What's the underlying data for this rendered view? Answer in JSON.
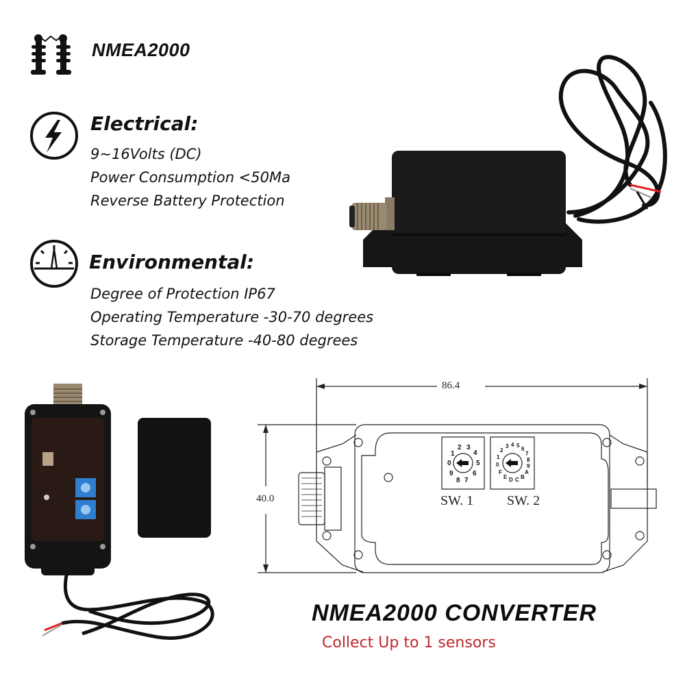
{
  "header": {
    "brand_icon": "nmea-insulator-icon",
    "brand_title": "NMEA2000"
  },
  "sections": [
    {
      "icon": "lightning-icon",
      "title": "Electrical:",
      "lines": [
        "9~16Volts (DC)",
        "Power Consumption <50Ma",
        "Reverse Battery Protection"
      ]
    },
    {
      "icon": "gauge-icon",
      "title": "Environmental:",
      "lines": [
        "Degree of Protection IP67",
        "Operating Temperature -30-70 degrees",
        "Storage Temperature -40-80 degrees"
      ]
    }
  ],
  "diagram": {
    "width_dimension": "86.4",
    "height_dimension": "40.0",
    "switch_1_label": "SW. 1",
    "switch_2_label": "SW. 2",
    "switch_1_positions": [
      "0",
      "1",
      "2",
      "3",
      "4",
      "5",
      "6",
      "7",
      "8",
      "9"
    ],
    "switch_2_positions": [
      "0",
      "1",
      "2",
      "3",
      "4",
      "5",
      "6",
      "7",
      "8",
      "9",
      "A",
      "B",
      "C",
      "D",
      "E",
      "F"
    ]
  },
  "footer": {
    "product_title": "NMEA2000 CONVERTER",
    "subtitle": "Collect Up to 1 sensors"
  },
  "colors": {
    "text": "#111111",
    "subtitle_red": "#c0282d",
    "device_black": "#141414",
    "switch_blue": "#2f7fd0",
    "wire_red": "#e02020"
  }
}
